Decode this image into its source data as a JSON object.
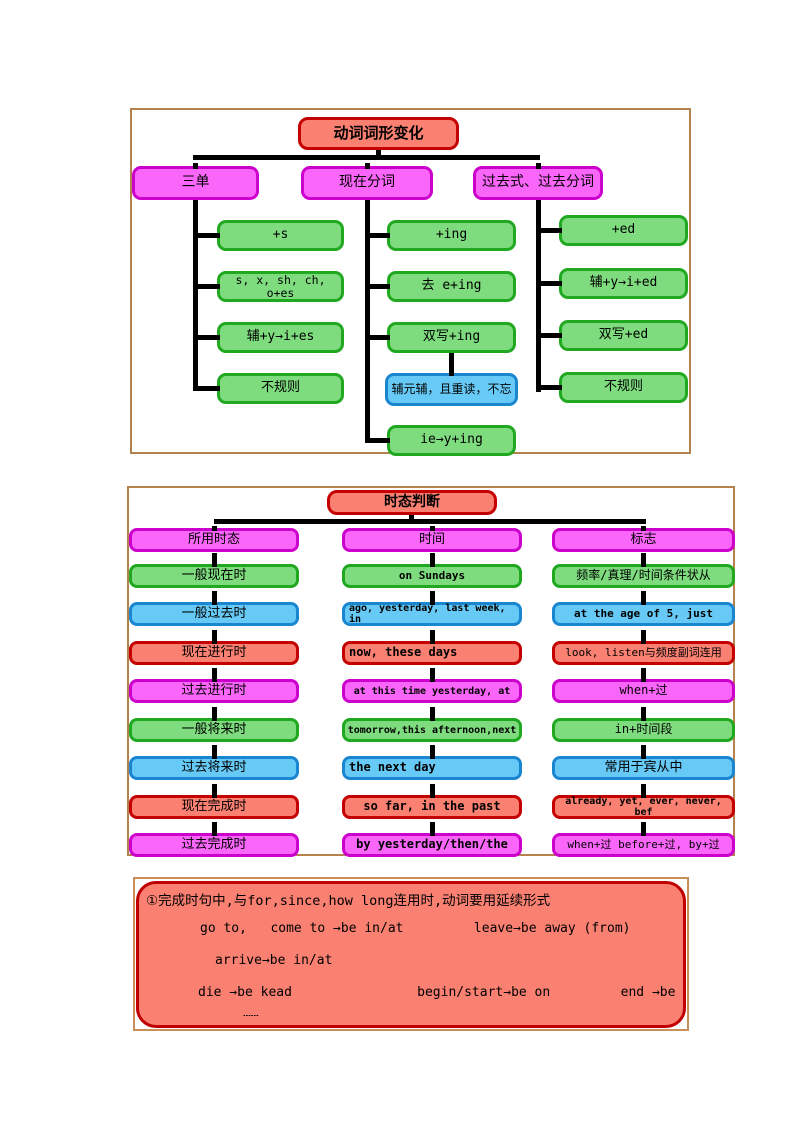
{
  "diagram1": {
    "title": "动词词形变化",
    "branches": [
      {
        "label": "三单",
        "items": [
          "+s",
          "s, x, sh, ch, o+es",
          "辅+y→i+es",
          "不规则"
        ]
      },
      {
        "label": "现在分词",
        "items": [
          "+ing",
          "去 e+ing",
          "双写+ing",
          "ie→y+ing"
        ],
        "note": "辅元辅，且重读，不忘"
      },
      {
        "label": "过去式、过去分词",
        "items": [
          "+ed",
          "辅+y→i+ed",
          "双写+ed",
          "不规则"
        ]
      }
    ]
  },
  "diagram2": {
    "title": "时态判断",
    "headers": [
      "所用时态",
      "时间",
      "标志"
    ],
    "rows": [
      {
        "tense": "一般现在时",
        "time": "on Sundays",
        "marker": "频率/真理/时间条件状从"
      },
      {
        "tense": "一般过去时",
        "time": "ago, yesterday, last week, in",
        "marker": "at the age of 5, just"
      },
      {
        "tense": "现在进行时",
        "time": "now, these days",
        "marker": "look, listen与频度副词连用"
      },
      {
        "tense": "过去进行时",
        "time": "at this time yesterday, at",
        "marker": "when+过"
      },
      {
        "tense": "一般将来时",
        "time": "tomorrow,this afternoon,next",
        "marker": "in+时间段"
      },
      {
        "tense": "过去将来时",
        "time": "the next day",
        "marker": "常用于宾从中"
      },
      {
        "tense": "现在完成时",
        "time": "so far, in the past",
        "marker": "already, yet, ever, never, bef"
      },
      {
        "tense": "过去完成时",
        "time": "by yesterday/then/the",
        "marker": "when+过 before+过, by+过"
      }
    ]
  },
  "note": {
    "line1": "①完成时句中,与for,since,how long连用时,动词要用延续形式",
    "line2": "go to,   come to →be in/at         leave→be away (from)",
    "line3": "arrive→be in/at",
    "line4": "die →be kead                begin/start→be on         end →be",
    "line5": "……"
  },
  "colors": {
    "green_fill": "#7edc7e",
    "green_border": "#21a821",
    "blue_fill": "#67caf6",
    "blue_border": "#1b86d0",
    "magenta_fill": "#f966f9",
    "magenta_border": "#cc00cc",
    "red_fill": "#fa8072",
    "red_border": "#c40000",
    "frame_border": "#b5824f",
    "connector": "#000000"
  }
}
